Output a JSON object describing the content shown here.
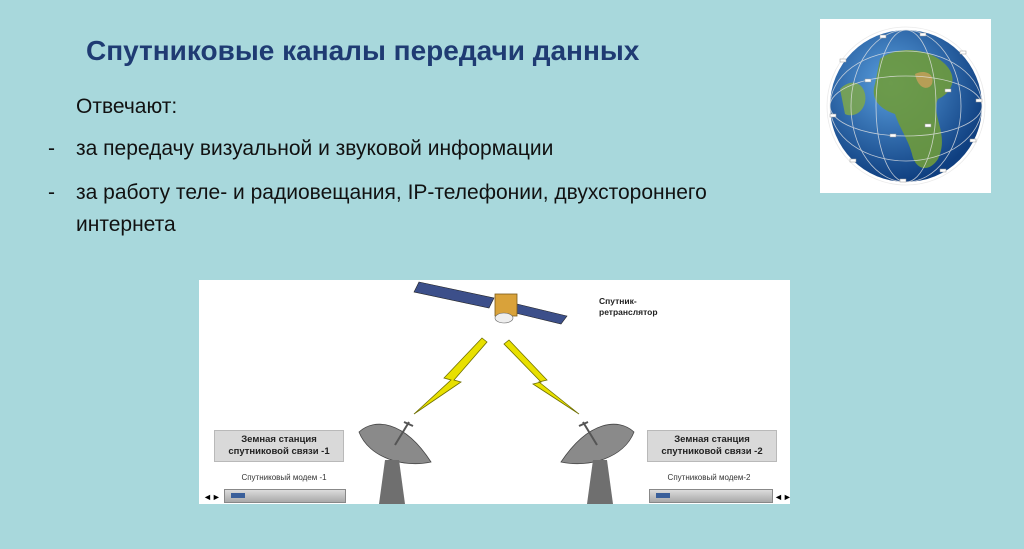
{
  "title": "Спутниковые каналы передачи данных",
  "intro": "Отвечают:",
  "bullets": [
    {
      "dash": "-",
      "text": "за передачу визуальной и звуковой информации"
    },
    {
      "dash": "-",
      "line1": "за работу теле- и радиовещания, IP-телефонии, двухстороннего",
      "line2": "интернета"
    }
  ],
  "diagram": {
    "satellite_label_line1": "Спутник-",
    "satellite_label_line2": "ретранслятор",
    "station1": {
      "line1": "Земная станция",
      "line2": "спутниковой связи -1",
      "modem": "Спутниковый модем -1"
    },
    "station2": {
      "line1": "Земная станция",
      "line2": "спутниковой связи -2",
      "modem": "Спутниковый модем-2"
    },
    "arrow_symbol": "◄►"
  },
  "colors": {
    "background": "#a8d8dc",
    "title": "#1f3b73",
    "lightning": "#e8e000",
    "ocean": "#1e5aa8",
    "land": "#6e9a3c"
  },
  "icons": [
    "globe-icon",
    "satellite-icon",
    "dish-antenna-icon",
    "lightning-icon",
    "modem-icon"
  ]
}
